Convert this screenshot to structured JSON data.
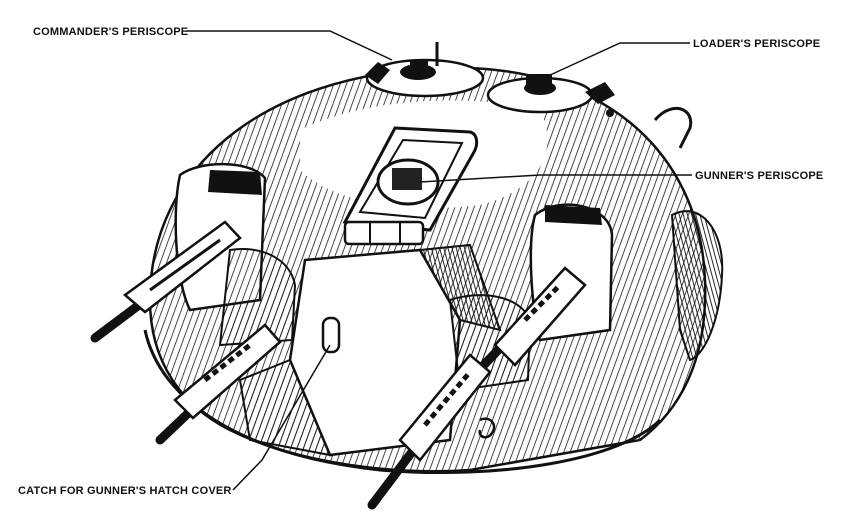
{
  "callouts": {
    "commander_periscope": "COMMANDER'S PERISCOPE",
    "loader_periscope": "LOADER'S PERISCOPE",
    "gunner_periscope": "GUNNER'S PERISCOPE",
    "gunner_hatch_catch": "CATCH FOR GUNNER'S HATCH COVER"
  },
  "colors": {
    "ink": "#111111",
    "paper": "#ffffff"
  }
}
